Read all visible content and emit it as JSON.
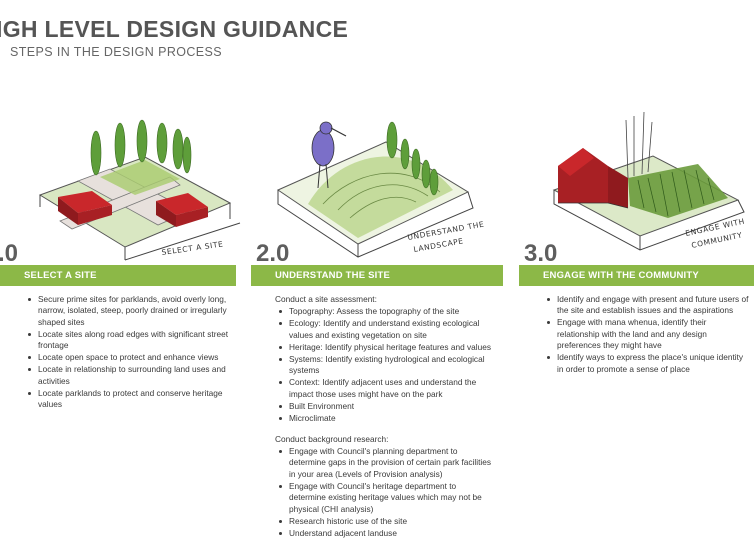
{
  "header": {
    "title": "IGH LEVEL DESIGN GUIDANCE",
    "subtitle": "STEPS IN THE DESIGN PROCESS"
  },
  "colors": {
    "accent_green": "#8cb847",
    "building_red": "#a82024",
    "tree_green": "#5e9e3a"
  },
  "steps": [
    {
      "number": ".0",
      "heading": "SELECT A SITE",
      "sketch_label": "SELECT A SITE",
      "bullets": [
        "Secure prime sites for parklands, avoid overly long, narrow, isolated, steep, poorly drained or irregularly shaped sites",
        "Locate sites along road edges with significant street frontage",
        "Locate open space to protect and enhance views",
        "Locate in relationship to surrounding land uses and activities",
        "Locate parklands to protect and conserve heritage values"
      ]
    },
    {
      "number": "2.0",
      "heading": "UNDERSTAND THE SITE",
      "sketch_label_1": "UNDERSTAND THE",
      "sketch_label_2": "LANDSCAPE",
      "intro": "Conduct a site assessment:",
      "bullets": [
        "Topography: Assess the topography of the site",
        "Ecology: Identify  and understand  existing ecological values and existing vegetation on site",
        "Heritage: Identify physical heritage features and values",
        "Systems: Identify existing hydrological and ecological systems",
        "Context: Identify adjacent uses and understand the impact those uses might have on the park",
        "Built Environment",
        "Microclimate"
      ],
      "intro2": "Conduct background research:",
      "bullets2": [
        "Engage with Council's planning department to determine gaps in the provision of certain park facilities in your area (Levels of Provision analysis)",
        "Engage with Council's heritage department to determine existing heritage values which may not be physical (CHI analysis)",
        "Research historic use of the site",
        "Understand adjacent landuse"
      ]
    },
    {
      "number": "3.0",
      "heading": "ENGAGE WITH THE COMMUNITY",
      "sketch_label_1": "ENGAGE WITH",
      "sketch_label_2": "COMMUNITY",
      "bullets": [
        "Identify and engage with present and future users of the site and establish issues and the aspirations",
        "Engage with mana whenua, identify their relationship with the land and any design preferences they might have",
        "Identify ways to express the place's unique identity in order to promote a sense of place"
      ]
    }
  ]
}
